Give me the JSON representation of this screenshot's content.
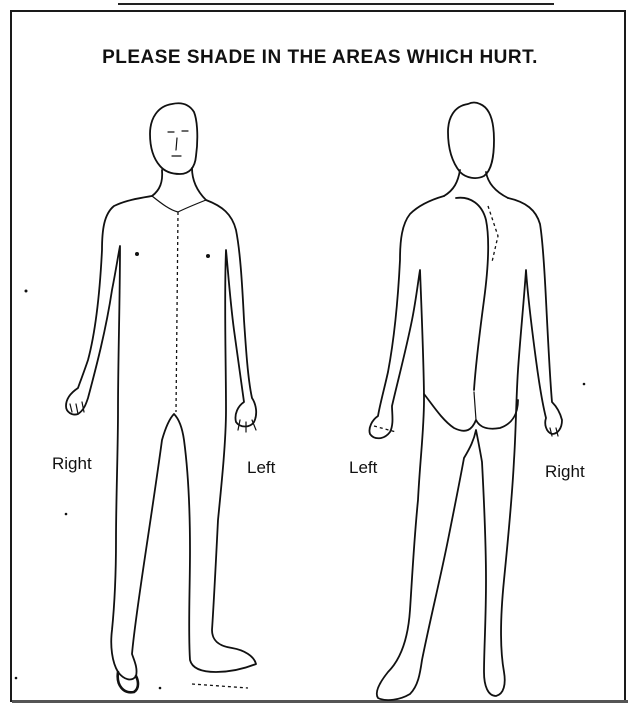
{
  "form": {
    "instruction": "PLEASE SHADE IN THE AREAS WHICH HURT."
  },
  "front_view": {
    "right_label": "Right",
    "left_label": "Left"
  },
  "back_view": {
    "left_label": "Left",
    "right_label": "Right"
  }
}
